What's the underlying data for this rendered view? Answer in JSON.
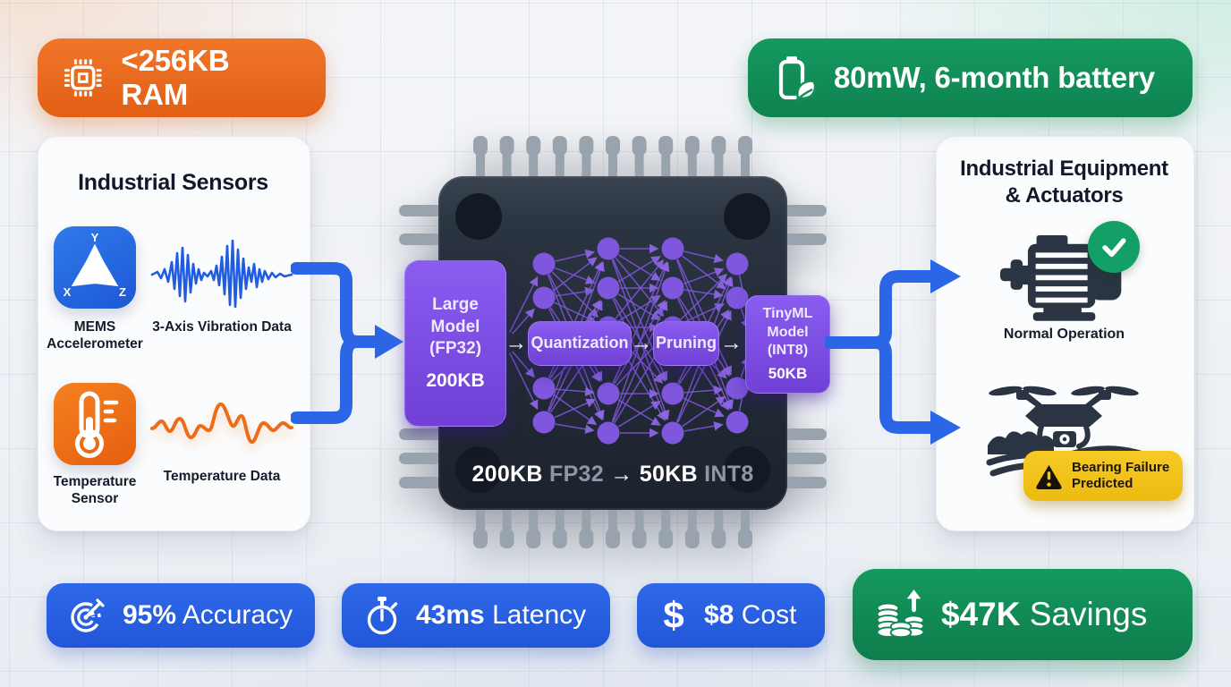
{
  "header_badges": {
    "ram": {
      "label": "<256KB RAM",
      "color": "#e8691e"
    },
    "battery": {
      "label": "80mW, 6-month battery",
      "color": "#12935d"
    }
  },
  "sensors_card": {
    "title": "Industrial Sensors",
    "accelerometer": {
      "label": "MEMS Accelerometer",
      "axes": {
        "x": "X",
        "y": "Y",
        "z": "Z"
      },
      "data_label": "3-Axis Vibration Data"
    },
    "temperature": {
      "label": "Temperature Sensor",
      "data_label": "Temperature Data"
    }
  },
  "chip": {
    "pipeline": {
      "large_model": {
        "lines": [
          "Large",
          "Model",
          "(FP32)"
        ],
        "size": "200KB"
      },
      "quantization": {
        "label": "Quantization"
      },
      "pruning": {
        "label": "Pruning"
      },
      "tinyml_model": {
        "lines": [
          "TinyML",
          "Model",
          "(INT8)"
        ],
        "size": "50KB"
      }
    },
    "flow_arrow": "→",
    "caption": {
      "from_size": "200KB",
      "from_format": "FP32",
      "arrow": "→",
      "to_size": "50KB",
      "to_format": "INT8"
    },
    "nn_xs": [
      74,
      118,
      190,
      262,
      334,
      352
    ],
    "nn_layers": [
      [
        186
      ],
      [
        98,
        136,
        237,
        275
      ],
      [
        81,
        125,
        169,
        243,
        287
      ],
      [
        81,
        125,
        169,
        243,
        287
      ],
      [
        98,
        136,
        237,
        275
      ],
      [
        186
      ]
    ]
  },
  "equipment_card": {
    "title": [
      "Industrial Equipment",
      "& Actuators"
    ],
    "normal": {
      "label": "Normal Operation"
    },
    "alert": {
      "lines": [
        "Bearing Failure",
        "Predicted"
      ]
    }
  },
  "metric_badges": {
    "accuracy": {
      "value": "95%",
      "label": "Accuracy"
    },
    "latency": {
      "value": "43ms",
      "label": "Latency"
    },
    "cost": {
      "icon_glyph": "$",
      "value": "$8",
      "label": "Cost"
    },
    "savings": {
      "value": "$47K",
      "label": "Savings"
    }
  },
  "colors": {
    "orange": "#e8691e",
    "green": "#12935d",
    "blue": "#2563e0",
    "purple": "#7c50e6",
    "yellow": "#f2c31d",
    "chip_dark": "#222b38",
    "arrow_blue": "#2b66e6"
  }
}
